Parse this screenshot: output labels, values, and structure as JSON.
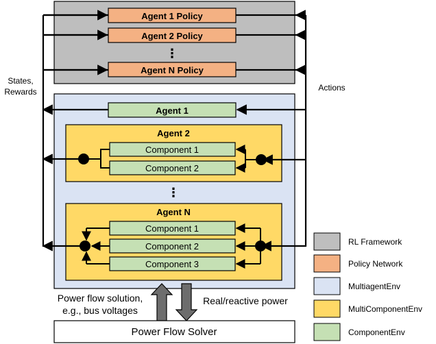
{
  "rl_framework": {
    "policies": [
      "Agent 1 Policy",
      "Agent 2 Policy",
      "Agent N Policy"
    ],
    "dots": "⋮"
  },
  "side_labels": {
    "states_line1": "States,",
    "states_line2": "Rewards",
    "actions": "Actions"
  },
  "multiagent_env": {
    "agent1": "Agent 1",
    "agent2": {
      "title": "Agent 2",
      "components": [
        "Component 1",
        "Component 2"
      ]
    },
    "dots": "⋮",
    "agentN": {
      "title": "Agent N",
      "components": [
        "Component 1",
        "Component 2",
        "Component 3"
      ]
    }
  },
  "solver": {
    "left_line1": "Power flow solution,",
    "left_line2": "e.g., bus voltages",
    "right": "Real/reactive power",
    "title": "Power Flow Solver"
  },
  "legend": [
    {
      "label": "RL Framework",
      "color": "#bebebe"
    },
    {
      "label": "Policy Network",
      "color": "#f4b183"
    },
    {
      "label": "MultiagentEnv",
      "color": "#dae3f3"
    },
    {
      "label": "MultiComponentEnv",
      "color": "#ffd966"
    },
    {
      "label": "ComponentEnv",
      "color": "#c5e0b4"
    }
  ]
}
